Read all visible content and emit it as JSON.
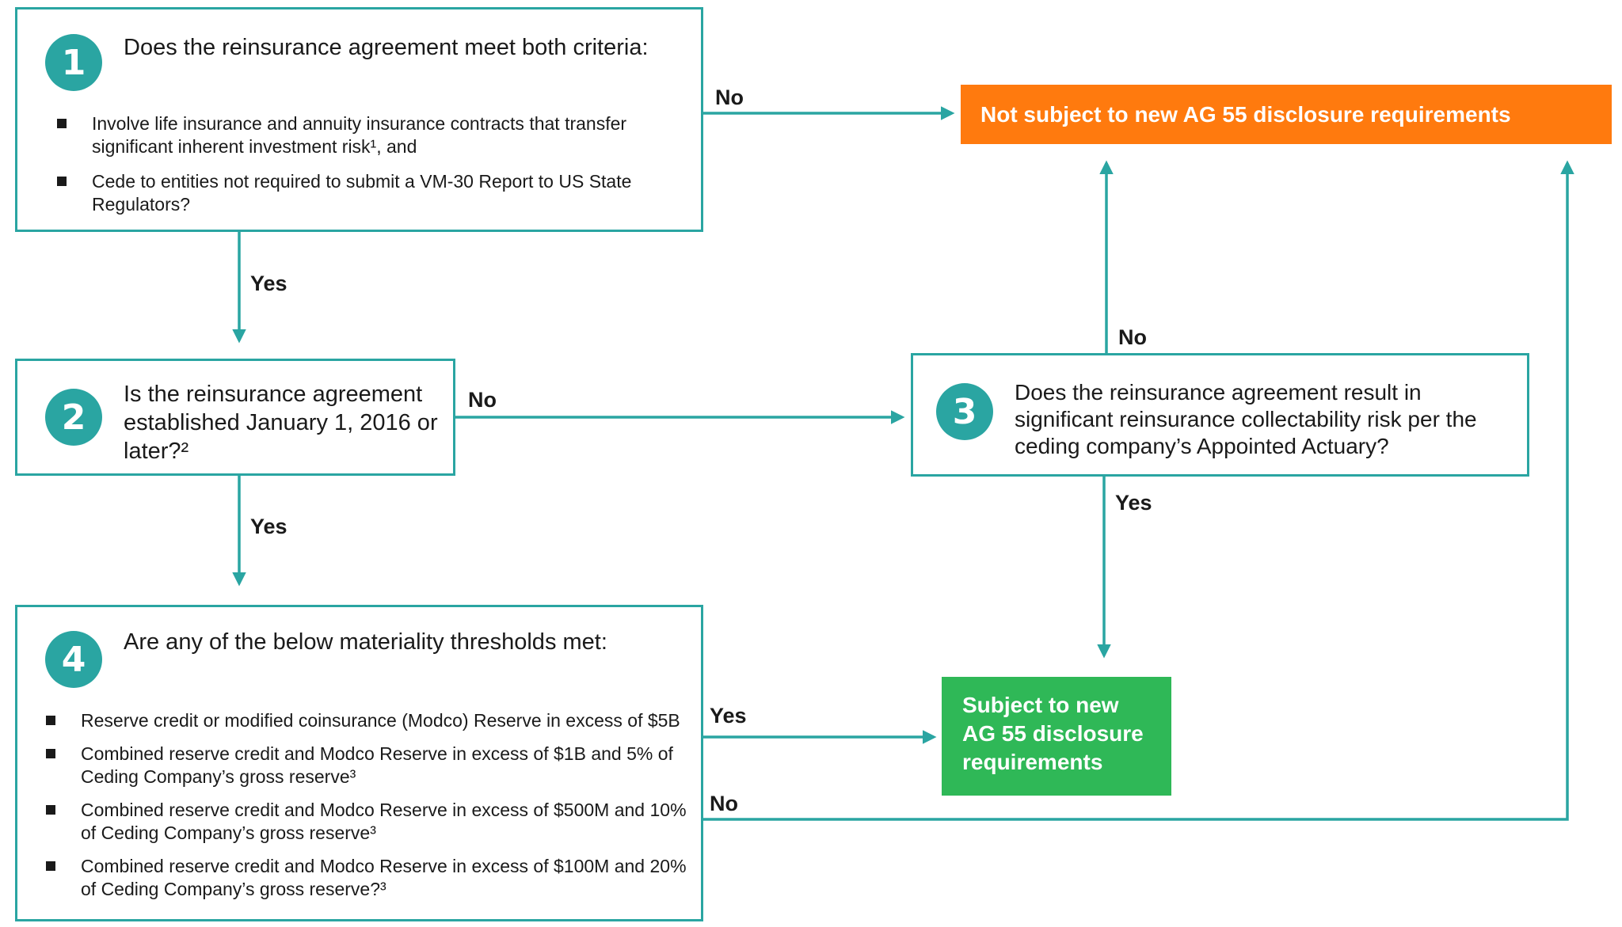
{
  "colors": {
    "teal": "#2aa5a2",
    "orange": "#ff7a0e",
    "green": "#2fb857"
  },
  "q1": {
    "number": "1",
    "question": "Does the reinsurance agreement meet both criteria:",
    "bullets": [
      "Involve life insurance and annuity insurance contracts that transfer significant inherent investment risk¹, and",
      "Cede to entities not required to submit a VM-30 Report to US State Regulators?"
    ]
  },
  "q2": {
    "number": "2",
    "question": "Is the reinsurance agreement established January 1, 2016 or later?²"
  },
  "q3": {
    "number": "3",
    "question": "Does the reinsurance agreement result in significant reinsurance collectability risk per the ceding company’s Appointed Actuary?"
  },
  "q4": {
    "number": "4",
    "question": "Are any of the below materiality thresholds met:",
    "bullets": [
      "Reserve credit or modified coinsurance (Modco) Reserve in excess of $5B",
      "Combined reserve credit and Modco Reserve in excess of $1B and 5% of Ceding Company’s gross reserve³",
      "Combined reserve credit and Modco Reserve in excess of $500M and 10% of Ceding Company’s gross reserve³",
      "Combined reserve credit and Modco Reserve in excess of $100M and 20% of Ceding Company’s gross reserve?³"
    ]
  },
  "results": {
    "not_subject": "Not subject to new AG 55 disclosure requirements",
    "subject_lines": [
      "Subject to new",
      "AG 55 disclosure",
      "requirements"
    ]
  },
  "labels": {
    "q1_no": "No",
    "q1_yes": "Yes",
    "q2_no": "No",
    "q2_yes": "Yes",
    "q3_no": "No",
    "q3_yes": "Yes",
    "q4_yes": "Yes",
    "q4_no": "No"
  }
}
